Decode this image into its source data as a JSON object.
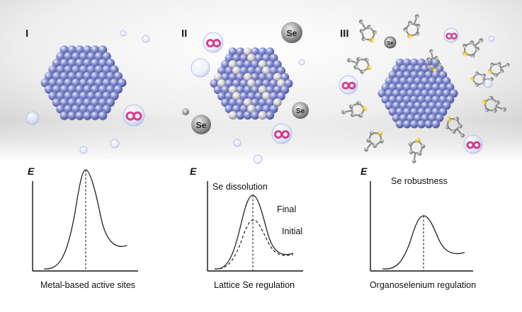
{
  "panels": [
    {
      "roman": "I",
      "y_axis_label": "E",
      "caption": "Metal-based active sites"
    },
    {
      "roman": "II",
      "y_axis_label": "E",
      "caption": "Lattice Se regulation",
      "heading": "Se dissolution",
      "curve_final_label": "Final",
      "curve_initial_label": "Initial",
      "se_atom_label": "Se"
    },
    {
      "roman": "III",
      "y_axis_label": "E",
      "caption": "Organoselenium regulation",
      "heading": "Se robustness",
      "se_atom_label": "Se"
    }
  ],
  "colors": {
    "metal_sphere": "#7f88cf",
    "se_sphere": "#c9c9c9",
    "oxygen_pink": "#d2408f",
    "ligand_carbon": "#8c8c8c",
    "ligand_sulfur": "#f0d23c",
    "axis": "#111111"
  },
  "icons": [
    "cluster-icon",
    "bubble-icon",
    "o2-molecule-icon",
    "se-atom-icon",
    "selenophene-ligand-icon"
  ]
}
